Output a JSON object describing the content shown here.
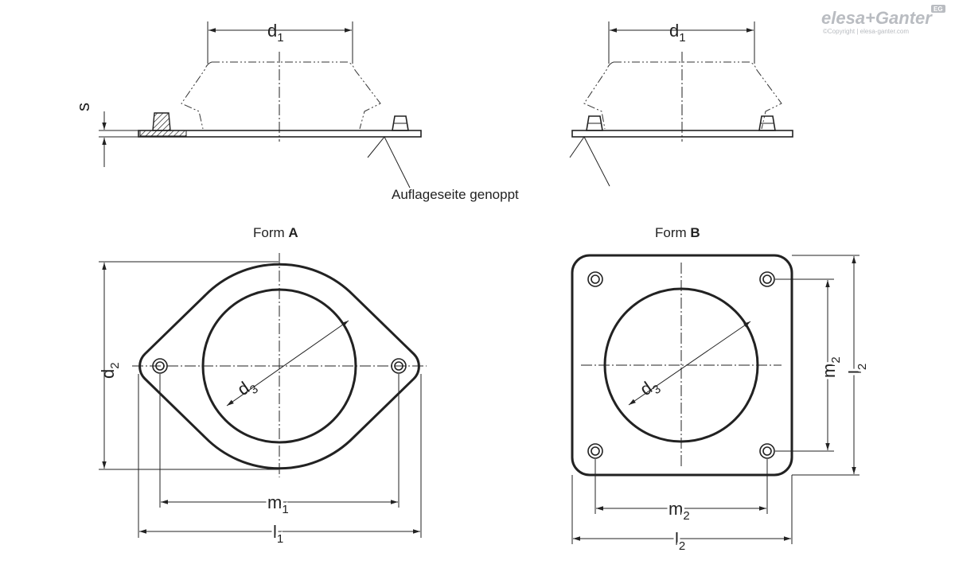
{
  "logo": {
    "brand": "elesa+Ganter",
    "badge": "EG",
    "copyright": "©Copyright | elesa-ganter.com"
  },
  "labels": {
    "d1": "d",
    "d1_sub": "1",
    "d2": "d",
    "d2_sub": "2",
    "d3": "d",
    "d3_sub": "3",
    "s": "s",
    "m1": "m",
    "m1_sub": "1",
    "l1": "l",
    "l1_sub": "1",
    "m2": "m",
    "m2_sub": "2",
    "l2": "l",
    "l2_sub": "2"
  },
  "notes": {
    "support_side": "Auflageseite genoppt"
  },
  "forms": {
    "a_prefix": "Form ",
    "a_letter": "A",
    "b_prefix": "Form ",
    "b_letter": "B"
  }
}
